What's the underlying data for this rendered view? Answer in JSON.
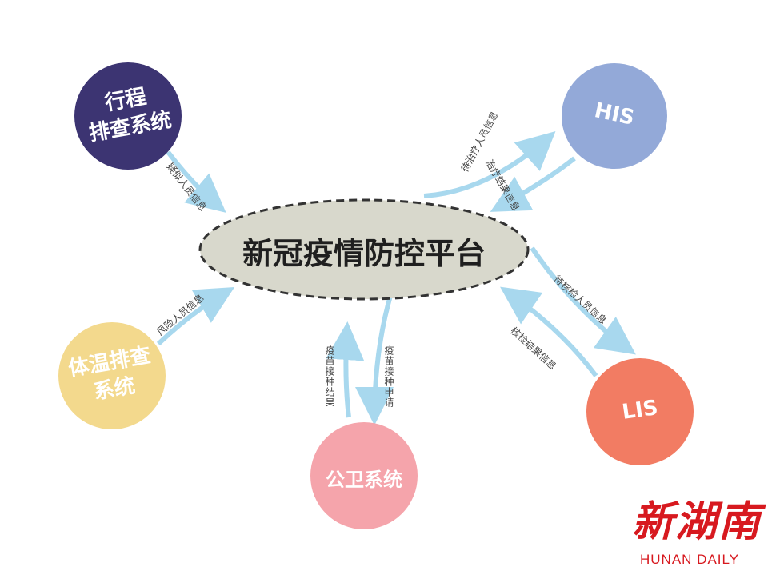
{
  "center": {
    "label": "新冠疫情防控平台"
  },
  "nodes": {
    "trip": {
      "line1": "行程",
      "line2": "排查系统",
      "color": "#3c3472"
    },
    "his": {
      "label": "HIS",
      "color": "#93a9d8"
    },
    "temp": {
      "line1": "体温排查",
      "line2": "系统",
      "color": "#f3d98d"
    },
    "public": {
      "label": "公卫系统",
      "color": "#f5a4ab"
    },
    "lis": {
      "label": "LIS",
      "color": "#f27c63"
    }
  },
  "flows": {
    "trip_to_center": "疑似人员信息",
    "center_to_his": "待治疗人员信息",
    "his_to_center": "治疗结果信息",
    "temp_to_center": "风险人员信息",
    "public_to_center": "疫苗接种结果",
    "center_to_public": "疫苗接种申请",
    "center_to_lis": "待核检人员信息",
    "lis_to_center": "核检结果信息"
  },
  "watermark": {
    "cn": "新湖南",
    "en": "HUNAN DAILY"
  },
  "colors": {
    "arrow": "#a8d8ee",
    "ellipse_fill": "#d8d8cc",
    "ellipse_border": "#333333"
  }
}
